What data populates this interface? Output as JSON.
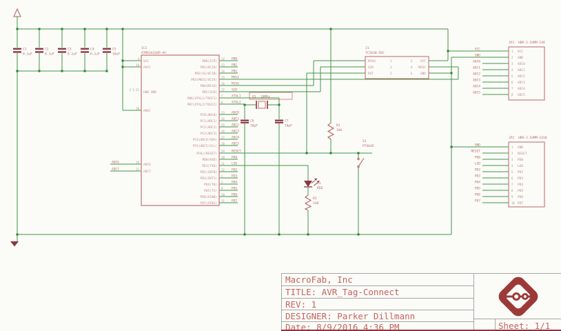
{
  "colors": {
    "wire_green": "#3f9743",
    "junction_green": "#2f7d33",
    "component_red": "#c2736d",
    "dark_red": "#8c3642",
    "logo_red": "#9c3a37",
    "label_red": "#b56c66",
    "title_text_red": "#c4635d"
  },
  "power": {
    "vcc_symbol": "VCC",
    "gnd_symbol": "GND"
  },
  "ic": {
    "refdes": "IC1",
    "value": "ATMEGA328P-AU",
    "left_pins": [
      {
        "name": "VCC",
        "num": "4"
      },
      {
        "name": "AVCC",
        "num": "18"
      },
      {
        "name": "GND  GND",
        "num": "3 5 21"
      },
      {
        "name": "AREF",
        "num": "20"
      },
      {
        "name": "ADC6",
        "num": "19",
        "net": "ADC6"
      },
      {
        "name": "ADC7",
        "num": "22",
        "net": "ADC7"
      }
    ],
    "port_b": [
      {
        "name": "PB0(ICP)",
        "num": "12",
        "net": "PB0"
      },
      {
        "name": "PB1(OC1A)",
        "num": "13",
        "net": "PB1"
      },
      {
        "name": "PB2(SS/OC1B)",
        "num": "14",
        "net": "PB2"
      },
      {
        "name": "PB3(MOSI/OC2A)",
        "num": "15",
        "net": "MOSI"
      },
      {
        "name": "PB4(MISO)",
        "num": "16",
        "net": "MISO"
      },
      {
        "name": "PB5(SCK)",
        "num": "17",
        "net": "SCK"
      },
      {
        "name": "PB6(XTAL1/TOSC1)",
        "num": "7",
        "net": "XTAL1"
      },
      {
        "name": "PB7(XTAL2/TOSC2)",
        "num": "8",
        "net": "XTAL2"
      }
    ],
    "port_c": [
      {
        "name": "PC0(ADC0)",
        "num": "23",
        "net": "ADC0"
      },
      {
        "name": "PC1(ADC1)",
        "num": "24",
        "net": "ADC1"
      },
      {
        "name": "PC2(ADC2)",
        "num": "25",
        "net": "ADC2"
      },
      {
        "name": "PC3(ADC3)",
        "num": "26",
        "net": "ADC3"
      },
      {
        "name": "PC4(ADC4/SDA)",
        "num": "27",
        "net": "ADC4"
      },
      {
        "name": "PC5(ADC5/SCL)",
        "num": "28",
        "net": "ADC5"
      }
    ],
    "reset_pin": {
      "name": "PC6(/RESET)",
      "num": "29",
      "net": "RESET"
    },
    "port_d": [
      {
        "name": "PD0(RXD)",
        "num": "30",
        "net": "PD0"
      },
      {
        "name": "PD1(TXD)",
        "num": "31",
        "net": "LED"
      },
      {
        "name": "PD2(INT0)",
        "num": "32",
        "net": "PD2"
      },
      {
        "name": "PD3(INT1)",
        "num": "1",
        "net": "PD3"
      },
      {
        "name": "PD4(T0)",
        "num": "2",
        "net": "PD4"
      },
      {
        "name": "PD5(T1)",
        "num": "9",
        "net": "PD5"
      },
      {
        "name": "PD6(AIN0)",
        "num": "10",
        "net": "PD6"
      },
      {
        "name": "PD7(AIN1)",
        "num": "11",
        "net": "PD7"
      }
    ]
  },
  "bypass_caps": [
    {
      "refdes": "C1",
      "value": "0.1uF"
    },
    {
      "refdes": "C2",
      "value": "0.1uF"
    },
    {
      "refdes": "C3",
      "value": "0.1uF"
    },
    {
      "refdes": "C4",
      "value": "0.1uF"
    },
    {
      "refdes": "C5",
      "value": "10uF"
    }
  ],
  "crystal": {
    "refdes": "Q1",
    "value": "16MHz"
  },
  "crystal_caps": [
    {
      "refdes": "C6",
      "value": "18pF"
    },
    {
      "refdes": "C7",
      "value": "18pF"
    }
  ],
  "reset_resistor": {
    "refdes": "R1",
    "value": "10k"
  },
  "reset_switch": {
    "refdes": "S1",
    "value": "PTS645"
  },
  "led": {
    "refdes": "D1",
    "value": "RED"
  },
  "led_resistor": {
    "refdes": "R2",
    "value": "330"
  },
  "tag_connect": {
    "refdes": "J1",
    "value": "TC2030-IDC",
    "rows": [
      {
        "left": "MISO",
        "left_num": "1",
        "right_num": "2",
        "right": "VCC"
      },
      {
        "left": "SCK",
        "left_num": "3",
        "right_num": "4",
        "right": "MOSI"
      },
      {
        "left": "RST",
        "left_num": "5",
        "right_num": "6",
        "right": "GND"
      }
    ]
  },
  "header_analog": {
    "refdes": "JP1",
    "value": "HDR-2.54MM-1X8",
    "pins": [
      {
        "num": "1",
        "label": "VCC"
      },
      {
        "num": "2",
        "label": "GND"
      },
      {
        "num": "3",
        "label": "ADC0"
      },
      {
        "num": "4",
        "label": "ADC1"
      },
      {
        "num": "5",
        "label": "ADC2"
      },
      {
        "num": "6",
        "label": "ADC3"
      },
      {
        "num": "7",
        "label": "ADC4"
      },
      {
        "num": "8",
        "label": "ADC5"
      }
    ]
  },
  "header_digital": {
    "refdes": "JP2",
    "value": "HDR-2.54MM-1X10",
    "pins": [
      {
        "num": "1",
        "label": "GND"
      },
      {
        "num": "2",
        "label": "RESET"
      },
      {
        "num": "3",
        "label": "PD0"
      },
      {
        "num": "4",
        "label": "LED"
      },
      {
        "num": "5",
        "label": "PD2"
      },
      {
        "num": "6",
        "label": "PD3"
      },
      {
        "num": "7",
        "label": "PD4"
      },
      {
        "num": "8",
        "label": "PD5"
      },
      {
        "num": "9",
        "label": "PD6"
      },
      {
        "num": "10",
        "label": "PD7"
      }
    ]
  },
  "title_block": {
    "company": "MacroFab, Inc",
    "title": "TITLE: AVR_Tag-Connect",
    "rev": "REV: 1",
    "designer": "DESIGNER: Parker Dillmann",
    "date": "Date: 8/9/2016 4:36 PM",
    "sheet": "Sheet: 1/1"
  }
}
